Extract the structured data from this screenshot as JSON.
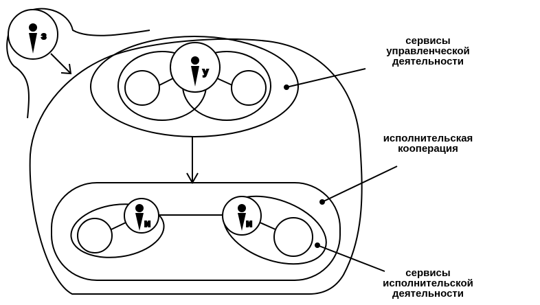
{
  "labels": {
    "management_services": [
      "сервисы",
      "управленческой",
      "деятельности"
    ],
    "executive_cooperation": [
      "исполнительская",
      "кооперация"
    ],
    "executive_services": [
      "сервисы",
      "исполнительской",
      "деятельности"
    ]
  },
  "roles": {
    "customer": "з",
    "manager": "у",
    "executor": "и"
  }
}
